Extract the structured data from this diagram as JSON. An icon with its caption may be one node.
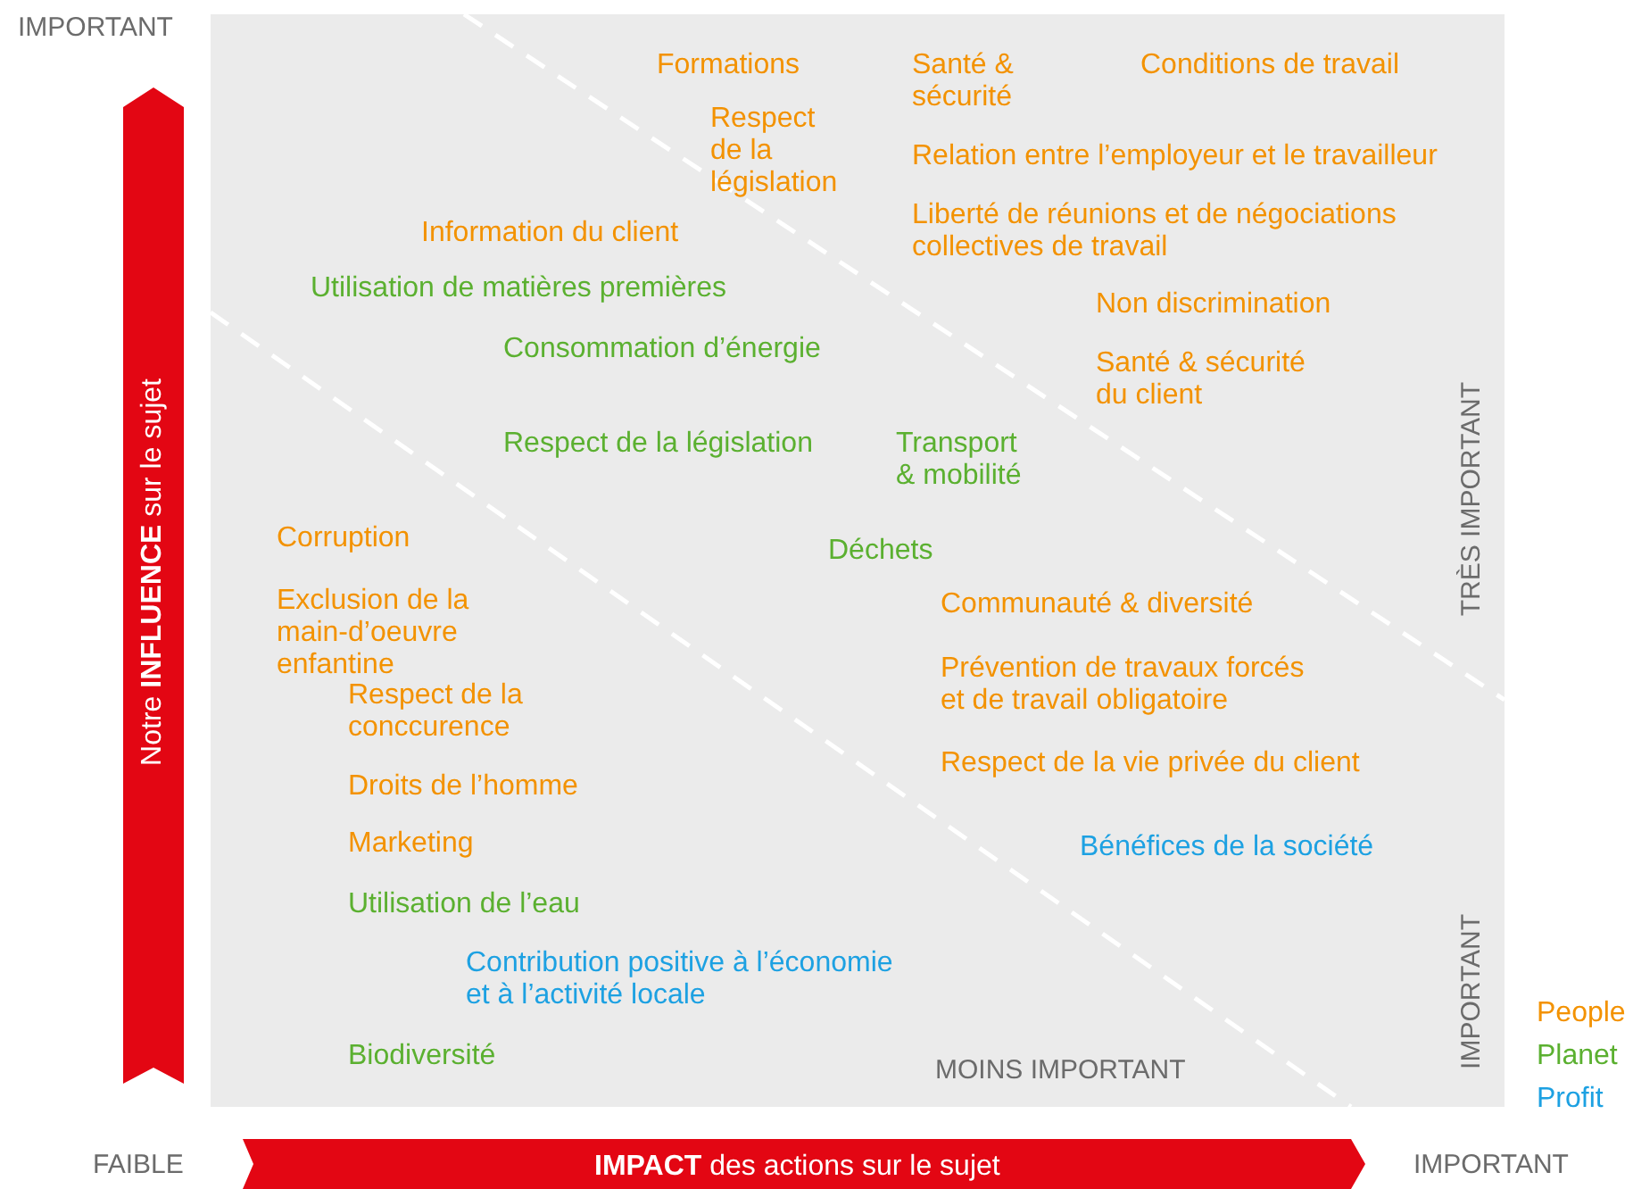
{
  "diagram": {
    "labels": [
      "IMPORTANT",
      "Formations",
      "Santé & sécurité",
      "Conditions de travail",
      "Respect de la législation",
      "Relation entre l’employeur et le travailleur",
      "Liberté de réunions et de négociations collectives de travail",
      "Information du client",
      "Utilisation de matières premières",
      "Non discrimination",
      "Consommation d’énergie",
      "Santé & sécurité du client",
      "TRÈS IMPORTANT",
      "Notre **INFLUENCE** sur le sujet",
      "Respect de la législation",
      "Transport & mobilité",
      "Corruption",
      "Déchets",
      "Exclusion de la main-d’oeuvre enfantine",
      "Communauté & diversité",
      "Respect de la conccurence",
      "Prévention de travaux forcés et de travail obligatoire",
      "Respect de la vie privée du client",
      "Droits de l’homme",
      "Marketing",
      "Bénéfices de la société",
      "Utilisation de l’eau",
      "Contribution positive à l’économie et à l’activité locale",
      "IMPORTANT",
      "Biodiversité",
      "MOINS IMPORTANT",
      "FAIBLE",
      "**IMPACT** des actions sur le sujet",
      "IMPORTANT"
    ],
    "legend": [
      {
        "text": "People",
        "color": "#f39200"
      },
      {
        "text": "Planet",
        "color": "#5bb030"
      },
      {
        "text": "Profit",
        "color": "#1da1e2"
      }
    ]
  }
}
